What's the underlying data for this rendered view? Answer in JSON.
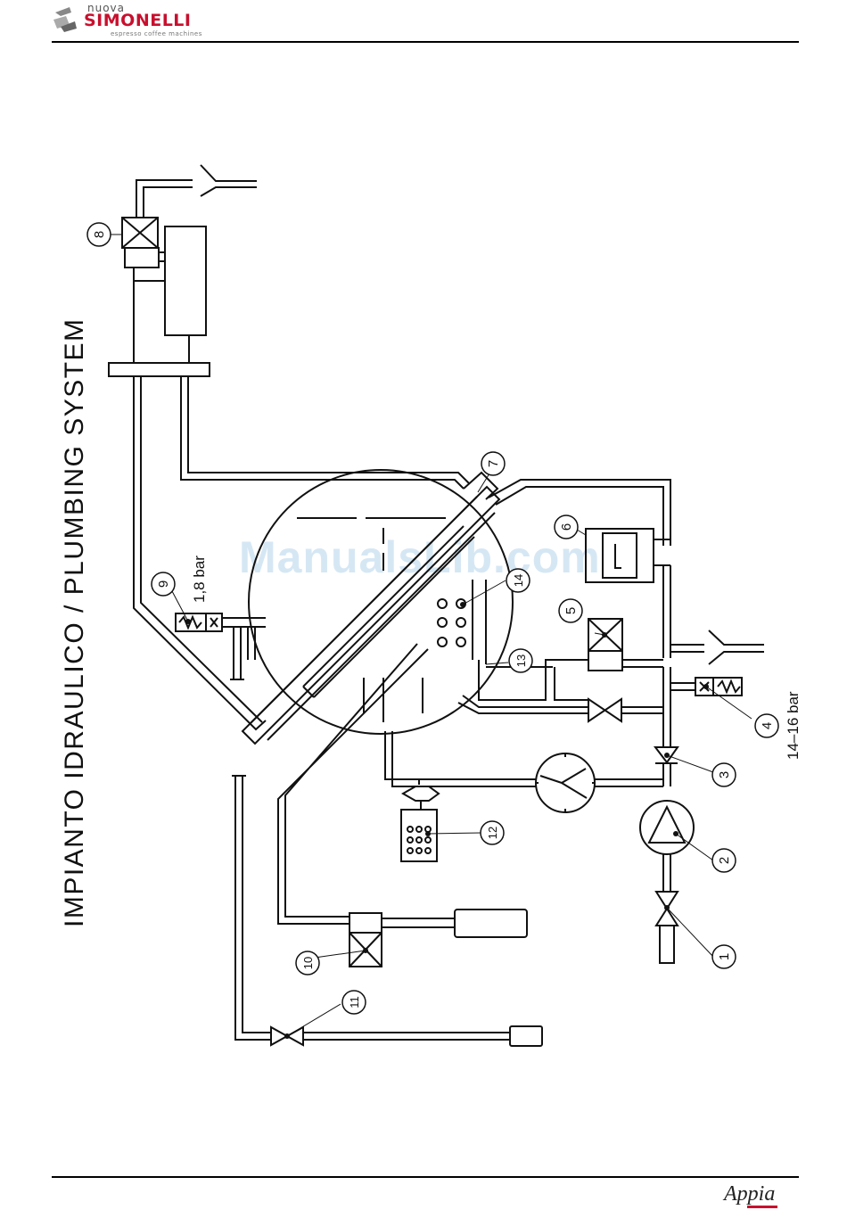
{
  "header": {
    "brand_prefix": "nuova",
    "brand_name": "SIMONELLI",
    "brand_tagline": "espresso coffee machines",
    "brand_color": "#c8102e"
  },
  "title": "IMPIANTO IDRAULICO / PLUMBING SYSTEM",
  "pressure_labels": {
    "boiler_valve": "1,8  bar",
    "pump_valve": "14–16  bar"
  },
  "callouts": [
    "1",
    "2",
    "3",
    "4",
    "5",
    "6",
    "7",
    "8",
    "9",
    "10",
    "11",
    "12",
    "13",
    "14"
  ],
  "watermark": "ManualsLib.com",
  "footer": {
    "model_logo": "Appia"
  }
}
